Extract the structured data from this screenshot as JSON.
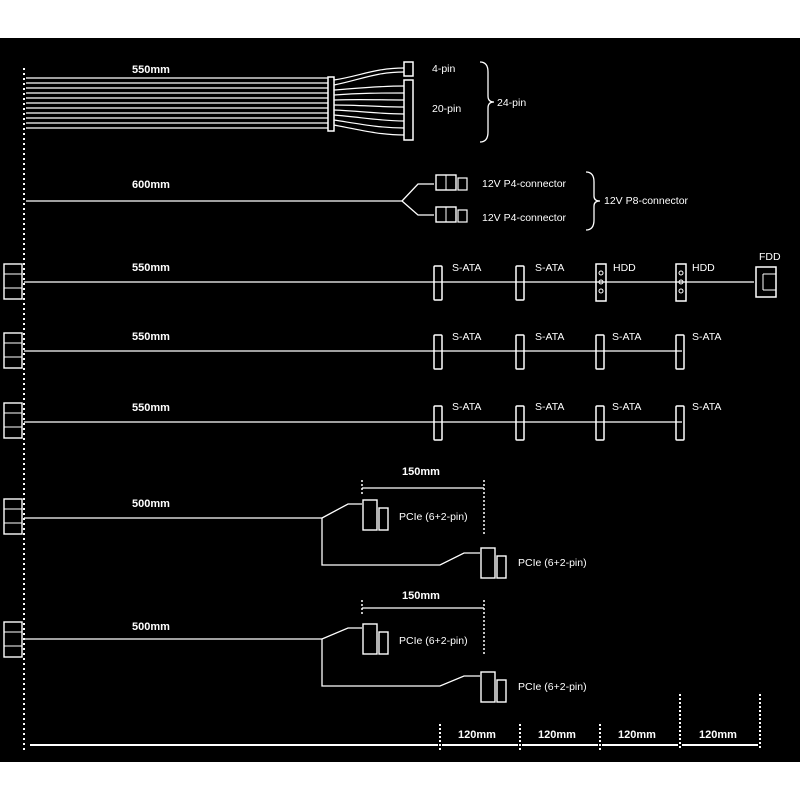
{
  "cables": [
    {
      "length": "550mm",
      "pin4": "4-pin",
      "pin20": "20-pin",
      "group": "24-pin"
    },
    {
      "length": "600mm",
      "p4a": "12V P4-connector",
      "p4b": "12V P4-connector",
      "group": "12V P8-connector"
    },
    {
      "length": "550mm",
      "connectors": [
        "S-ATA",
        "S-ATA",
        "HDD",
        "HDD",
        "FDD"
      ]
    },
    {
      "length": "550mm",
      "connectors": [
        "S-ATA",
        "S-ATA",
        "S-ATA",
        "S-ATA"
      ]
    },
    {
      "length": "550mm",
      "connectors": [
        "S-ATA",
        "S-ATA",
        "S-ATA",
        "S-ATA"
      ]
    },
    {
      "length": "500mm",
      "branch": "150mm",
      "pcie1": "PCIe (6+2-pin)",
      "pcie2": "PCIe (6+2-pin)"
    },
    {
      "length": "500mm",
      "branch": "150mm",
      "pcie1": "PCIe (6+2-pin)",
      "pcie2": "PCIe (6+2-pin)"
    }
  ],
  "spacing": [
    "120mm",
    "120mm",
    "120mm",
    "120mm"
  ]
}
